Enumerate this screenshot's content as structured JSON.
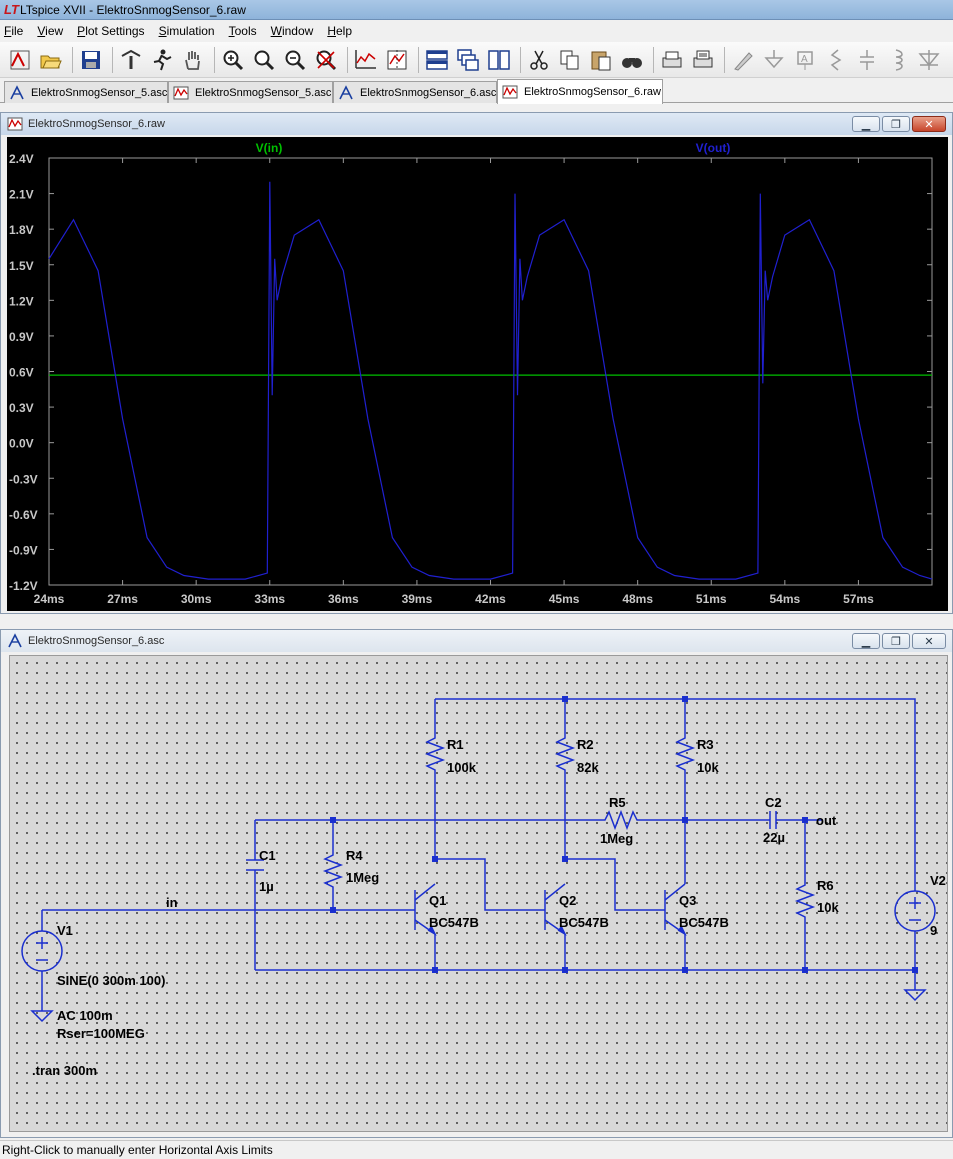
{
  "app": {
    "window_title": "LTspice XVII - ElektroSnmogSensor_6.raw"
  },
  "menu": [
    {
      "label": "File",
      "accel": "F",
      "rest": "ile"
    },
    {
      "label": "View",
      "accel": "V",
      "rest": "iew"
    },
    {
      "label": "Plot Settings",
      "accel": "P",
      "rest": "lot Settings"
    },
    {
      "label": "Simulation",
      "accel": "S",
      "rest": "imulation"
    },
    {
      "label": "Tools",
      "accel": "T",
      "rest": "ools"
    },
    {
      "label": "Window",
      "accel": "W",
      "rest": "indow"
    },
    {
      "label": "Help",
      "accel": "H",
      "rest": "elp"
    }
  ],
  "toolbar_icons": [
    "open-schematic-icon",
    "open-file-icon",
    "save-icon",
    "control-panel-icon",
    "run-icon",
    "pan-hand-icon",
    "zoom-in-icon",
    "zoom-area-icon",
    "zoom-out-icon",
    "zoom-cancel-icon",
    "autoscale-icon",
    "cursor-icon",
    "tile-horizontal-icon",
    "cascade-icon",
    "tile-vertical-icon",
    "cut-icon",
    "copy-icon",
    "paste-icon",
    "find-icon",
    "print-icon",
    "print-setup-icon",
    "draw-wire-icon",
    "ground-icon",
    "label-net-icon",
    "resistor-icon",
    "capacitor-icon",
    "inductor-icon",
    "diode-icon"
  ],
  "tabs": [
    {
      "label": "ElektroSnmogSensor_5.asc",
      "kind": "schematic"
    },
    {
      "label": "ElektroSnmogSensor_5.asc",
      "kind": "waveform"
    },
    {
      "label": "ElektroSnmogSensor_6.asc",
      "kind": "schematic"
    },
    {
      "label": "ElektroSnmogSensor_6.raw",
      "kind": "waveform",
      "active": true
    }
  ],
  "plot_window": {
    "title": "ElektroSnmogSensor_6.raw",
    "trace_labels": [
      {
        "name": "V(in)",
        "color": "#00c000"
      },
      {
        "name": "V(out)",
        "color": "#2020d0"
      }
    ]
  },
  "chart_data": {
    "type": "line",
    "xlabel": "",
    "ylabel": "",
    "x_unit": "ms",
    "y_unit": "V",
    "xlim": [
      24,
      60
    ],
    "ylim": [
      -1.2,
      2.4
    ],
    "x_ticks": [
      "24ms",
      "27ms",
      "30ms",
      "33ms",
      "36ms",
      "39ms",
      "42ms",
      "45ms",
      "48ms",
      "51ms",
      "54ms",
      "57ms"
    ],
    "y_ticks": [
      "2.4V",
      "2.1V",
      "1.8V",
      "1.5V",
      "1.2V",
      "0.9V",
      "0.6V",
      "0.3V",
      "0.0V",
      "-0.3V",
      "-0.6V",
      "-0.9V",
      "-1.2V"
    ],
    "grid": false,
    "background": "#000000",
    "series": [
      {
        "name": "V(in)",
        "color": "#00c000",
        "x": [
          24,
          60
        ],
        "y": [
          0.57,
          0.57
        ]
      },
      {
        "name": "V(out)",
        "color": "#2020d0",
        "x": [
          24,
          25.0,
          26.0,
          27.0,
          28.0,
          28.8,
          29.5,
          30.5,
          32.0,
          32.9,
          33.0,
          33.1,
          33.2,
          33.3,
          33.5,
          34.0,
          35.0,
          36.0,
          37.0,
          38.0,
          38.8,
          39.5,
          40.5,
          42.0,
          42.9,
          43.0,
          43.1,
          43.2,
          43.3,
          43.5,
          44.0,
          45.0,
          46.0,
          47.0,
          48.0,
          48.8,
          49.5,
          50.5,
          52.0,
          52.9,
          53.0,
          53.1,
          53.2,
          53.3,
          53.5,
          54.0,
          55.0,
          56.0,
          57.0,
          58.0,
          58.8,
          59.5,
          60.0
        ],
        "y": [
          1.55,
          1.88,
          1.45,
          0.2,
          -0.8,
          -1.05,
          -1.12,
          -1.15,
          -1.15,
          -1.1,
          2.2,
          0.4,
          1.55,
          1.2,
          1.4,
          1.75,
          1.88,
          1.45,
          0.2,
          -0.8,
          -1.05,
          -1.12,
          -1.15,
          -1.15,
          -1.1,
          2.1,
          0.4,
          1.55,
          1.2,
          1.4,
          1.75,
          1.88,
          1.45,
          0.2,
          -0.8,
          -1.05,
          -1.12,
          -1.15,
          -1.15,
          -1.1,
          2.1,
          0.5,
          1.45,
          1.2,
          1.4,
          1.75,
          1.88,
          1.45,
          0.2,
          -0.8,
          -1.05,
          -1.12,
          -1.15
        ]
      }
    ]
  },
  "schematic_window": {
    "title": "ElektroSnmogSensor_6.asc",
    "components": [
      {
        "ref": "R1",
        "value": "100k"
      },
      {
        "ref": "R2",
        "value": "82k"
      },
      {
        "ref": "R3",
        "value": "10k"
      },
      {
        "ref": "R4",
        "value": "1Meg"
      },
      {
        "ref": "R5",
        "value": "1Meg"
      },
      {
        "ref": "R6",
        "value": "10k"
      },
      {
        "ref": "C1",
        "value": "1µ"
      },
      {
        "ref": "C2",
        "value": "22µ"
      },
      {
        "ref": "Q1",
        "value": "BC547B"
      },
      {
        "ref": "Q2",
        "value": "BC547B"
      },
      {
        "ref": "Q3",
        "value": "BC547B"
      },
      {
        "ref": "V1",
        "value": "SINE(0 300m 100)",
        "extra1": "AC 100m",
        "extra2": "Rser=100MEG"
      },
      {
        "ref": "V2",
        "value": "9"
      }
    ],
    "net_labels": {
      "in": "in",
      "out": "out"
    },
    "directive": ".tran 300m"
  },
  "status": "Right-Click to manually enter Horizontal Axis Limits"
}
